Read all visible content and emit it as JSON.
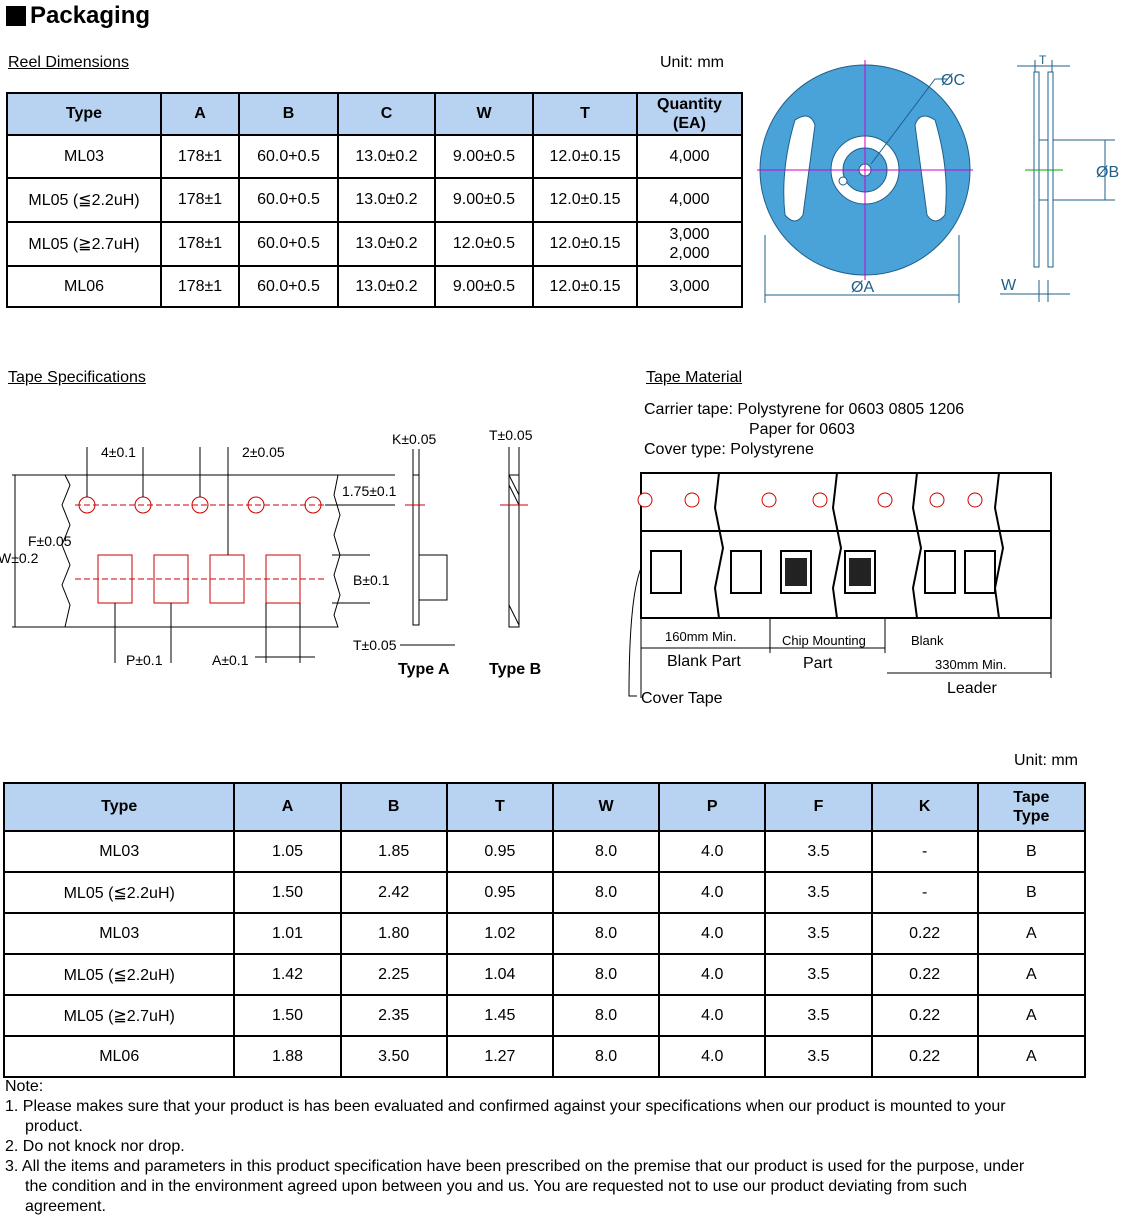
{
  "title": "Packaging",
  "reel": {
    "label": "Reel Dimensions",
    "unit": "Unit: mm",
    "headers": [
      "Type",
      "A",
      "B",
      "C",
      "W",
      "T",
      "Quantity\n(EA)"
    ],
    "rows": [
      [
        "ML03",
        "178±1",
        "60.0+0.5",
        "13.0±0.2",
        "9.00±0.5",
        "12.0±0.15",
        "4,000"
      ],
      [
        "ML05 (≦2.2uH)",
        "178±1",
        "60.0+0.5",
        "13.0±0.2",
        "9.00±0.5",
        "12.0±0.15",
        "4,000"
      ],
      [
        "ML05 (≧2.7uH)",
        "178±1",
        "60.0+0.5",
        "13.0±0.2",
        "12.0±0.5",
        "12.0±0.15",
        "3,000\n2,000"
      ],
      [
        "ML06",
        "178±1",
        "60.0+0.5",
        "13.0±0.2",
        "9.00±0.5",
        "12.0±0.15",
        "3,000"
      ]
    ],
    "diagram_labels": {
      "c": "ØC",
      "b": "ØB",
      "a": "ØA",
      "t": "T",
      "w": "W"
    },
    "colors": {
      "reel": "#4aa3d8"
    }
  },
  "tape_spec": {
    "label": "Tape Specifications",
    "dims": {
      "p0": "4±0.1",
      "p2": "2±0.05",
      "e": "1.75±0.1",
      "f": "F±0.05",
      "w": "W±0.2",
      "b": "B±0.1",
      "p": "P±0.1",
      "a": "A±0.1",
      "k": "K±0.05",
      "t_a": "T±0.05",
      "t_b": "T±0.05"
    },
    "type_a": "Type A",
    "type_b": "Type B"
  },
  "tape_material": {
    "label": "Tape Material",
    "lines": [
      "Carrier tape: Polystyrene for 0603 0805 1206",
      "Paper for 0603",
      "Cover type: Polystyrene"
    ],
    "sections": {
      "blank_len": "160mm Min.",
      "blank": "Blank Part",
      "chip": "Chip Mounting",
      "chip2": "Part",
      "blank2": "Blank",
      "leader_len": "330mm Min.",
      "leader": "Leader",
      "cover": "Cover Tape"
    }
  },
  "tape_table": {
    "unit": "Unit: mm",
    "headers": [
      "Type",
      "A",
      "B",
      "T",
      "W",
      "P",
      "F",
      "K",
      "Tape\nType"
    ],
    "rows": [
      [
        "ML03",
        "1.05",
        "1.85",
        "0.95",
        "8.0",
        "4.0",
        "3.5",
        "-",
        "B"
      ],
      [
        "ML05 (≦2.2uH)",
        "1.50",
        "2.42",
        "0.95",
        "8.0",
        "4.0",
        "3.5",
        "-",
        "B"
      ],
      [
        "ML03",
        "1.01",
        "1.80",
        "1.02",
        "8.0",
        "4.0",
        "3.5",
        "0.22",
        "A"
      ],
      [
        "ML05 (≦2.2uH)",
        "1.42",
        "2.25",
        "1.04",
        "8.0",
        "4.0",
        "3.5",
        "0.22",
        "A"
      ],
      [
        "ML05 (≧2.7uH)",
        "1.50",
        "2.35",
        "1.45",
        "8.0",
        "4.0",
        "3.5",
        "0.22",
        "A"
      ],
      [
        "ML06",
        "1.88",
        "3.50",
        "1.27",
        "8.0",
        "4.0",
        "3.5",
        "0.22",
        "A"
      ]
    ]
  },
  "notes": {
    "heading": "Note:",
    "items": [
      "1. Please makes sure that your product is has been evaluated and confirmed against your specifications when our product is mounted to your",
      "product.",
      "2. Do not knock nor drop.",
      "3. All the items and parameters in this product specification have been prescribed on the premise that our product is used for the purpose, under",
      "the condition and in the environment agreed upon between you and us. You are requested not to use our product deviating from such",
      "agreement."
    ]
  }
}
